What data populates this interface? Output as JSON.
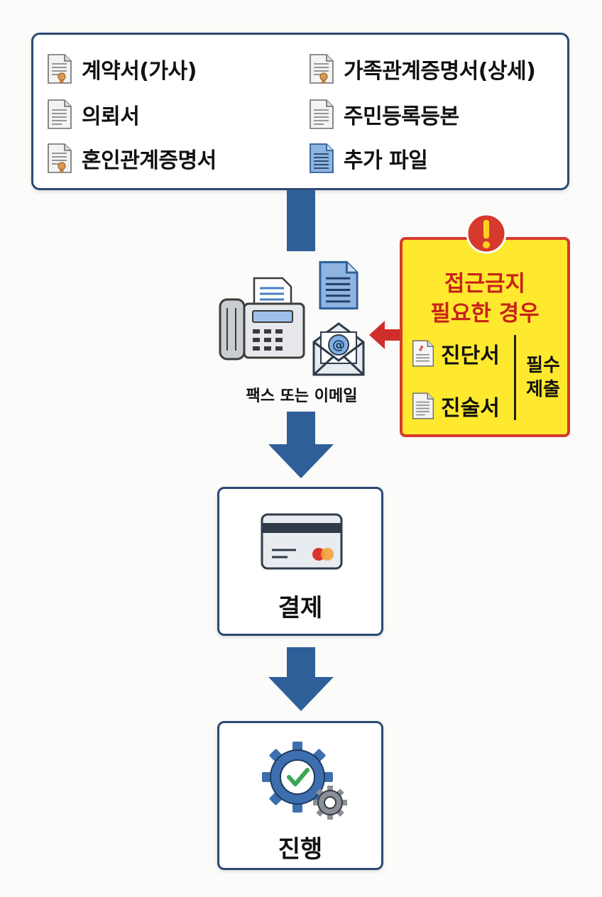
{
  "documents": [
    {
      "label": "계약서(가사)",
      "icon": "certificate-document-icon"
    },
    {
      "label": "가족관계증명서(상세)",
      "icon": "certificate-document-icon"
    },
    {
      "label": "의뢰서",
      "icon": "document-icon"
    },
    {
      "label": "주민등록등본",
      "icon": "document-icon"
    },
    {
      "label": "혼인관계증명서",
      "icon": "certificate-document-icon"
    },
    {
      "label": "추가 파일",
      "icon": "blue-document-icon"
    }
  ],
  "submission": {
    "caption": "팩스 또는 이메일",
    "icons": [
      "fax-machine-icon",
      "document-icon",
      "email-envelope-icon"
    ]
  },
  "restriction_note": {
    "title_line1": "접근금지",
    "title_line2": "필요한 경우",
    "documents": [
      "진단서",
      "진술서"
    ],
    "requirement_line1": "필수",
    "requirement_line2": "제출",
    "icon": "exclamation-icon"
  },
  "steps": [
    {
      "label": "결제",
      "icon": "credit-card-icon"
    },
    {
      "label": "진행",
      "icon": "gear-check-icon"
    }
  ],
  "colors": {
    "arrow": "#2e5f99",
    "box_border": "#2a4a73",
    "warning_fill": "#ffe92e",
    "warning_border": "#d63a2c",
    "warning_text": "#c8221a",
    "pointer_arrow": "#d63a2c"
  }
}
